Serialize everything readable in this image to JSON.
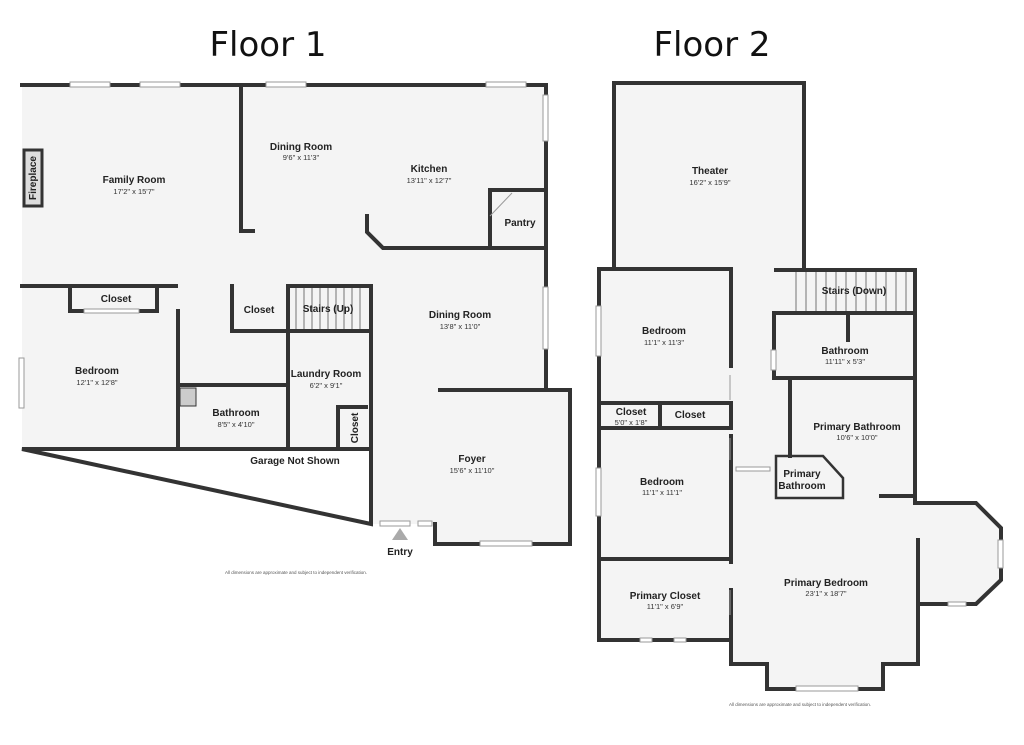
{
  "floor1": {
    "title": "Floor 1",
    "rooms": {
      "family_room": {
        "name": "Family Room",
        "dim": "17'2\" x 15'7\""
      },
      "dining_room_1": {
        "name": "Dining Room",
        "dim": "9'6\" x 11'3\""
      },
      "kitchen": {
        "name": "Kitchen",
        "dim": "13'11\" x 12'7\""
      },
      "pantry": {
        "name": "Pantry"
      },
      "fireplace": {
        "name": "Fireplace"
      },
      "closet_bedroom": {
        "name": "Closet"
      },
      "closet_hall": {
        "name": "Closet"
      },
      "stairs_up": {
        "name": "Stairs (Up)"
      },
      "dining_room_2": {
        "name": "Dining Room",
        "dim": "13'8\" x 11'0\""
      },
      "bedroom": {
        "name": "Bedroom",
        "dim": "12'1\" x 12'8\""
      },
      "bathroom": {
        "name": "Bathroom",
        "dim": "8'5\" x 4'10\""
      },
      "laundry": {
        "name": "Laundry Room",
        "dim": "6'2\" x 9'1\""
      },
      "closet_laundry": {
        "name": "Closet"
      },
      "foyer": {
        "name": "Foyer",
        "dim": "15'6\" x 11'10\""
      }
    },
    "garage_note": "Garage Not Shown",
    "entry": "Entry",
    "disclaimer": "All dimensions are approximate and subject to independent verification."
  },
  "floor2": {
    "title": "Floor 2",
    "rooms": {
      "theater": {
        "name": "Theater",
        "dim": "16'2\" x 15'9\""
      },
      "stairs_down": {
        "name": "Stairs (Down)"
      },
      "bedroom_a": {
        "name": "Bedroom",
        "dim": "11'1\" x 11'3\""
      },
      "bathroom": {
        "name": "Bathroom",
        "dim": "11'11\" x 5'3\""
      },
      "closet_a": {
        "name": "Closet",
        "dim": "5'0\" x 1'8\""
      },
      "closet_b": {
        "name": "Closet"
      },
      "primary_bathroom": {
        "name": "Primary Bathroom",
        "dim": "10'6\" x 10'0\""
      },
      "primary_bathroom_small": {
        "name_line1": "Primary",
        "name_line2": "Bathroom"
      },
      "bedroom_b": {
        "name": "Bedroom",
        "dim": "11'1\" x 11'1\""
      },
      "primary_bedroom": {
        "name": "Primary Bedroom",
        "dim": "23'1\" x 18'7\""
      },
      "primary_closet": {
        "name": "Primary Closet",
        "dim": "11'1\" x 6'9\""
      }
    },
    "disclaimer": "All dimensions are approximate and subject to independent verification."
  }
}
